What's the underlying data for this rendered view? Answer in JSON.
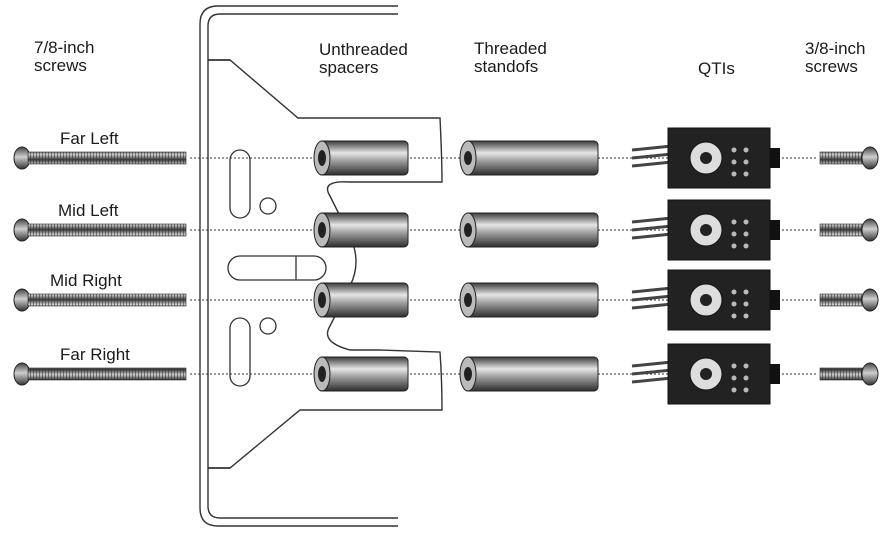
{
  "column_labels": {
    "long_screws": [
      "7/8-inch",
      "screws"
    ],
    "spacers": [
      "Unthreaded",
      "spacers"
    ],
    "standoffs": [
      "Threaded",
      "standofs"
    ],
    "qtis": [
      "QTIs"
    ],
    "short_screws": [
      "3/8-inch",
      "screws"
    ]
  },
  "rows": [
    {
      "label": "Far Left"
    },
    {
      "label": "Mid Left"
    },
    {
      "label": "Mid Right"
    },
    {
      "label": "Far Right"
    }
  ],
  "colors": {
    "line": "#333333",
    "metal_dark": "#4a4a4a",
    "metal_light": "#d8d8d8",
    "sensor_board": "#222222"
  }
}
